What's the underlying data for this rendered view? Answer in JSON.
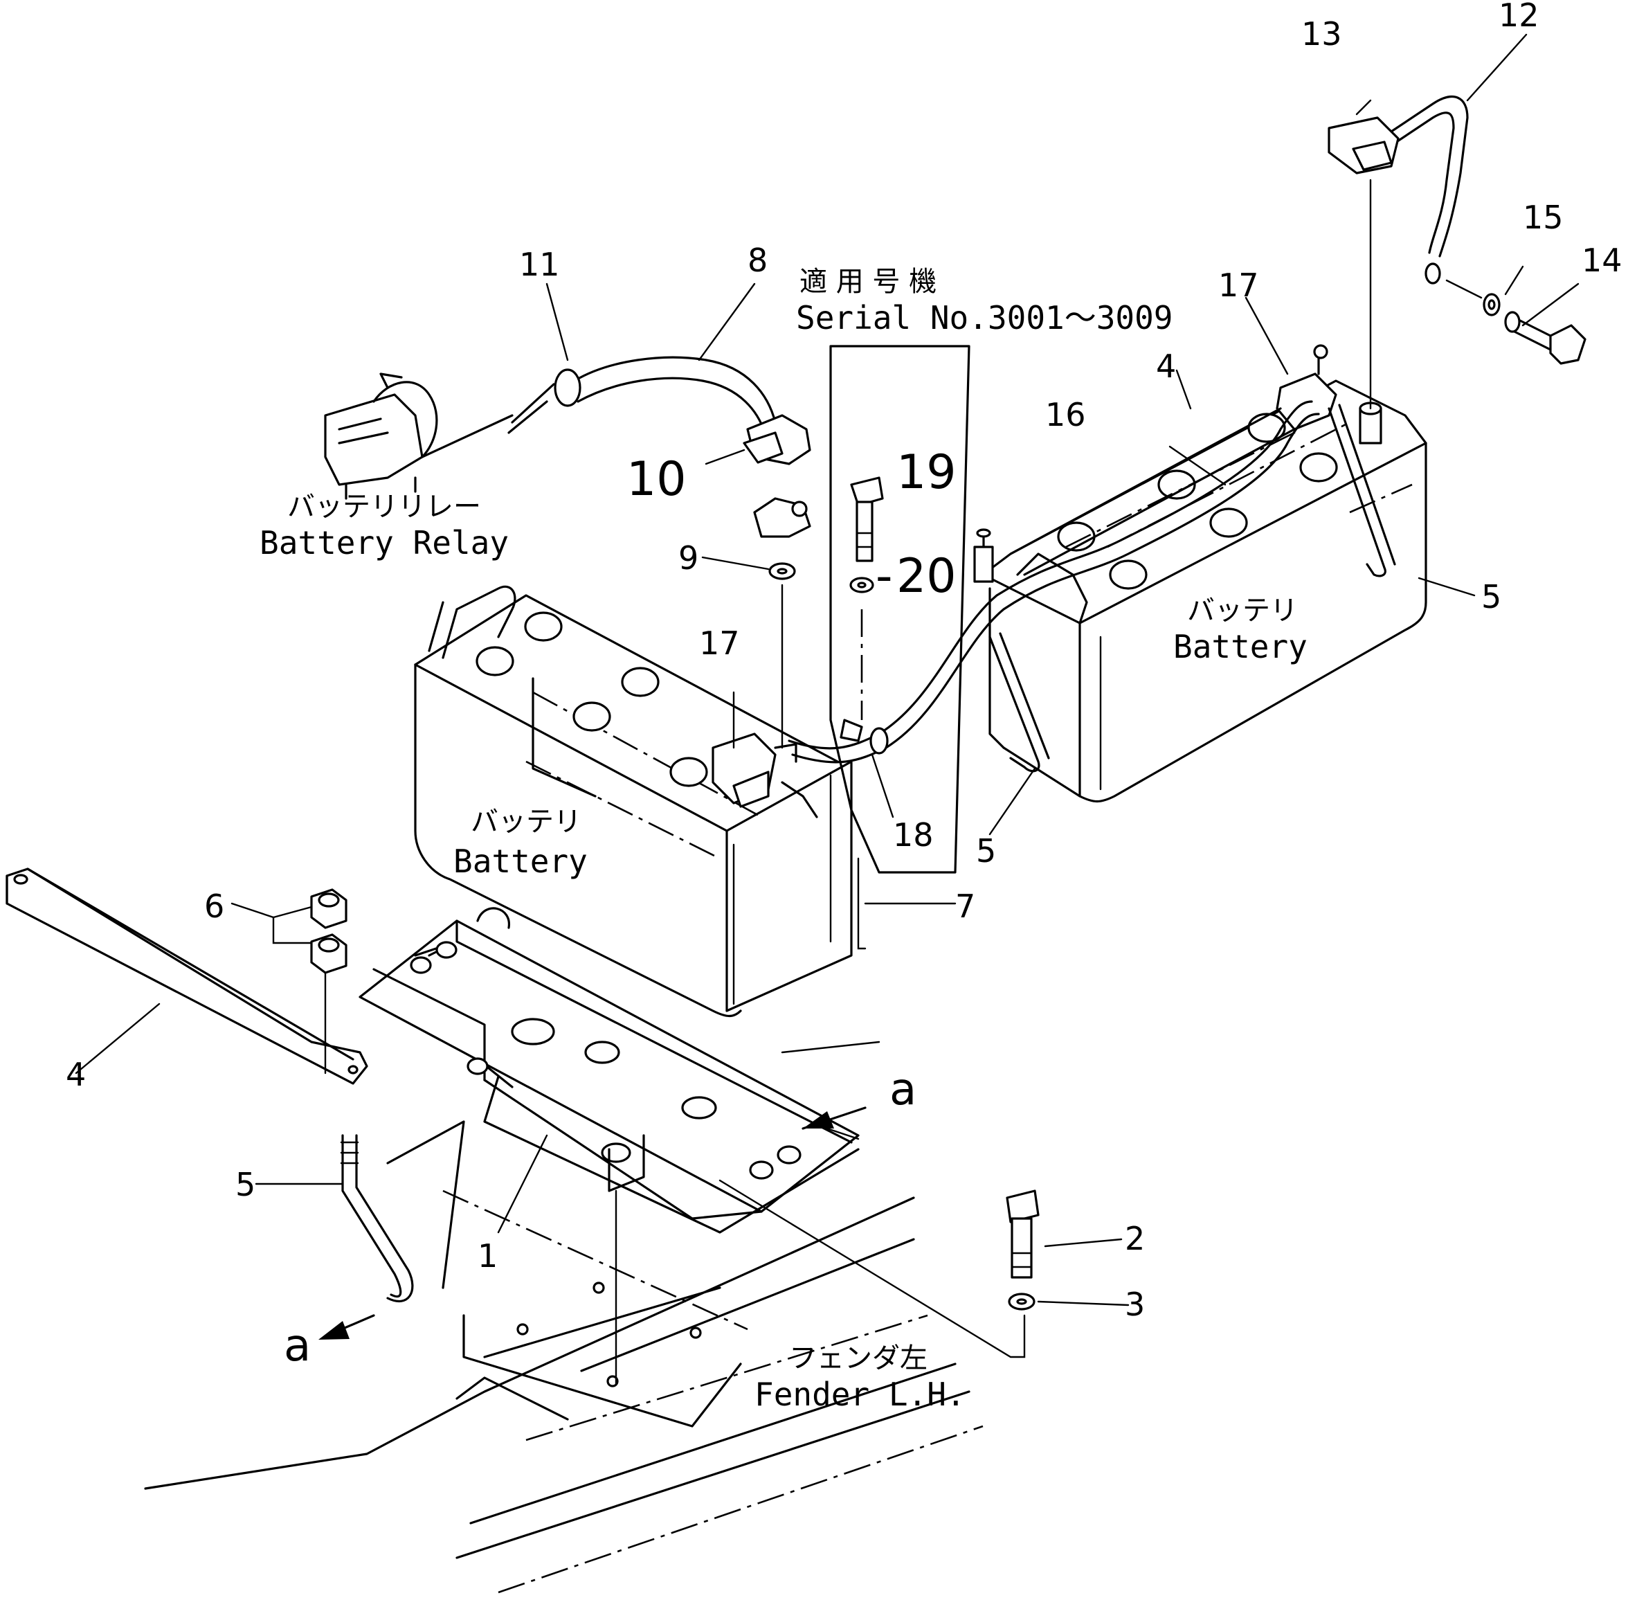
{
  "labels": {
    "battery_relay_jp": "バッテリリレー",
    "battery_relay_en": "Battery Relay",
    "battery_left_jp": "バッテリ",
    "battery_left_en": "Battery",
    "battery_right_jp": "バッテリ",
    "battery_right_en": "Battery",
    "fender_jp": "フェンダ左",
    "fender_en": "Fender L.H.",
    "serial_jp": "適 用 号 機",
    "serial_en": "Serial No.3001～3009"
  },
  "part_numbers": {
    "p1": "1",
    "p2": "2",
    "p3": "3",
    "p4a": "4",
    "p4b": "4",
    "p5a": "5",
    "p5b": "5",
    "p5c": "5",
    "p6": "6",
    "p7": "7",
    "p8": "8",
    "p9": "9",
    "p10": "10",
    "p11": "11",
    "p12": "12",
    "p13": "13",
    "p14": "14",
    "p15": "15",
    "p16": "16",
    "p17a": "17",
    "p17b": "17",
    "p18": "18",
    "p19": "19",
    "p20": "20"
  },
  "view_markers": {
    "a1": "a",
    "a2": "a"
  }
}
